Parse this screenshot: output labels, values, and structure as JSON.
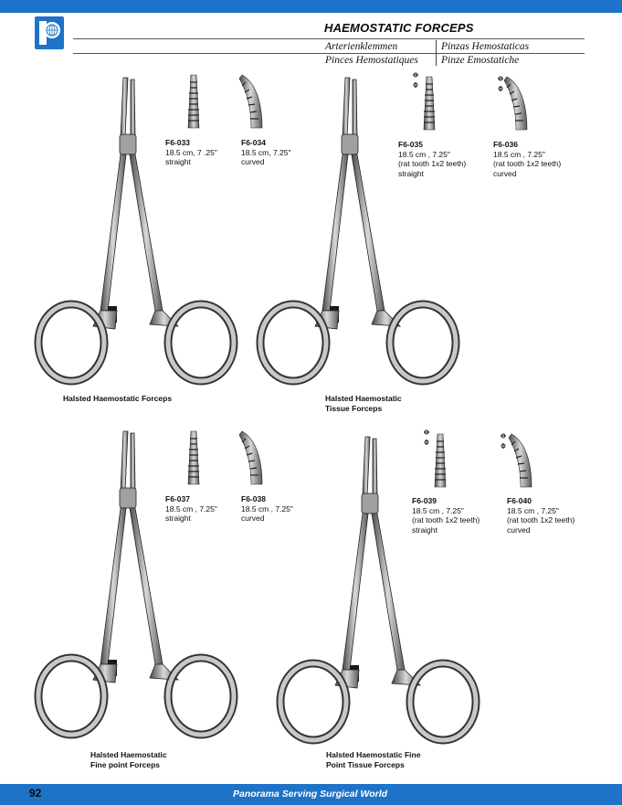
{
  "header": {
    "title": "HAEMOSTATIC FORCEPS",
    "lang_de": "Arterienklemmen",
    "lang_es": "Pinzas Hemostaticas",
    "lang_fr": "Pinces Hemostatiques",
    "lang_it": "Pinze Emostatiche"
  },
  "products": [
    {
      "code": "F6-033",
      "size": "18.5 cm, 7 .25\"",
      "note": "",
      "type": "straight"
    },
    {
      "code": "F6-034",
      "size": "18.5 cm, 7.25\"",
      "note": "",
      "type": "curved"
    },
    {
      "code": "F6-035",
      "size": "18.5 cm , 7.25\"",
      "note": "(rat tooth 1x2 teeth)",
      "type": "straight"
    },
    {
      "code": "F6-036",
      "size": "18.5 cm , 7.25\"",
      "note": "(rat tooth 1x2 teeth)",
      "type": "curved"
    },
    {
      "code": "F6-037",
      "size": "18.5 cm , 7.25\"",
      "note": "",
      "type": "straight"
    },
    {
      "code": "F6-038",
      "size": "18.5 cm , 7.25\"",
      "note": "",
      "type": "curved"
    },
    {
      "code": "F6-039",
      "size": "18.5 cm , 7.25\"",
      "note": "(rat tooth 1x2 teeth)",
      "type": "straight"
    },
    {
      "code": "F6-040",
      "size": "18.5 cm , 7.25\"",
      "note": "(rat tooth 1x2 teeth)",
      "type": "curved"
    }
  ],
  "instruments": [
    {
      "line1": "Halsted Haemostatic Forceps",
      "line2": ""
    },
    {
      "line1": "Halsted Haemostatic",
      "line2": "Tissue Forceps"
    },
    {
      "line1": "Halsted Haemostatic",
      "line2": "Fine point Forceps"
    },
    {
      "line1": "Halsted Haemostatic Fine",
      "line2": "Point Tissue  Forceps"
    }
  ],
  "footer": {
    "page_number": "92",
    "tagline": "Panorama Serving Surgical World"
  },
  "colors": {
    "brand_blue": "#1e73c8",
    "steel": "#8f8f8f"
  }
}
